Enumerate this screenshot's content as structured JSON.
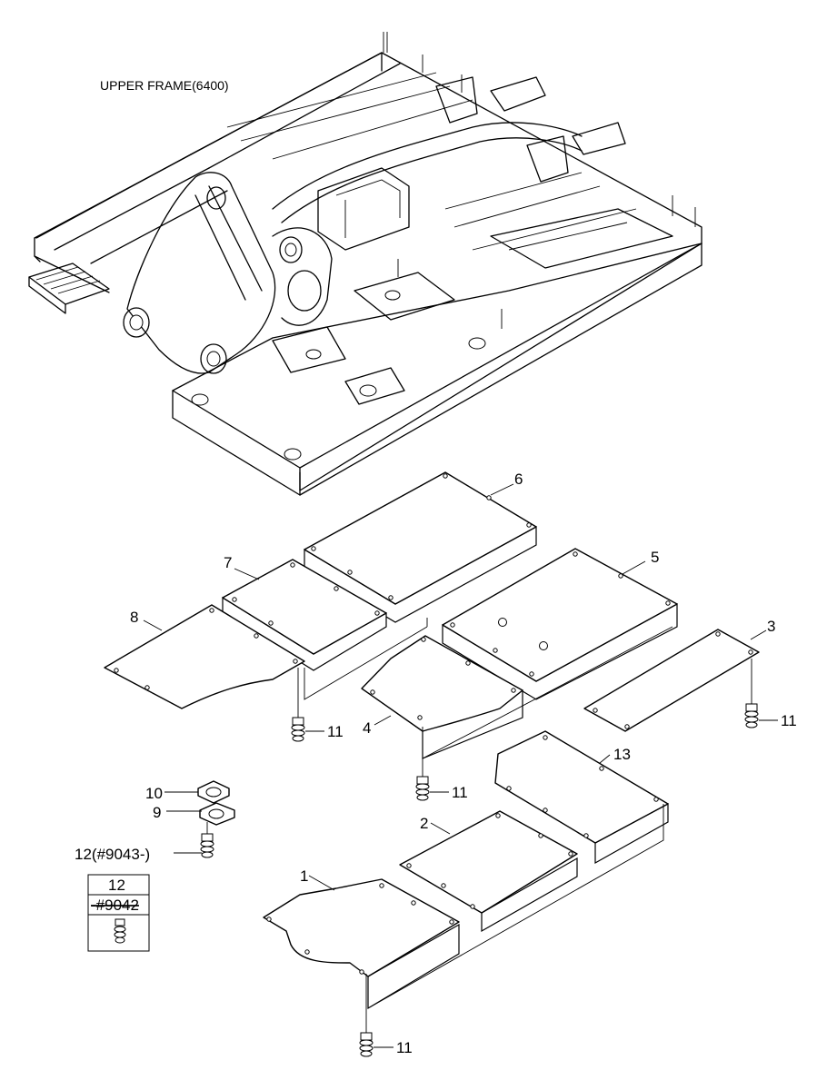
{
  "title": "UPPER FRAME(6400)",
  "parts": {
    "p1": "1",
    "p2": "2",
    "p3": "3",
    "p4": "4",
    "p5": "5",
    "p6": "6",
    "p7": "7",
    "p8": "8",
    "p9": "9",
    "p10": "10",
    "p11": "11",
    "p12_note": "12(#9043-)",
    "p13": "13"
  },
  "supersede_box": {
    "part": "12",
    "serial": "-#9042"
  },
  "icons": [
    "bolt-icon",
    "frame-drawing",
    "cover-plate"
  ]
}
